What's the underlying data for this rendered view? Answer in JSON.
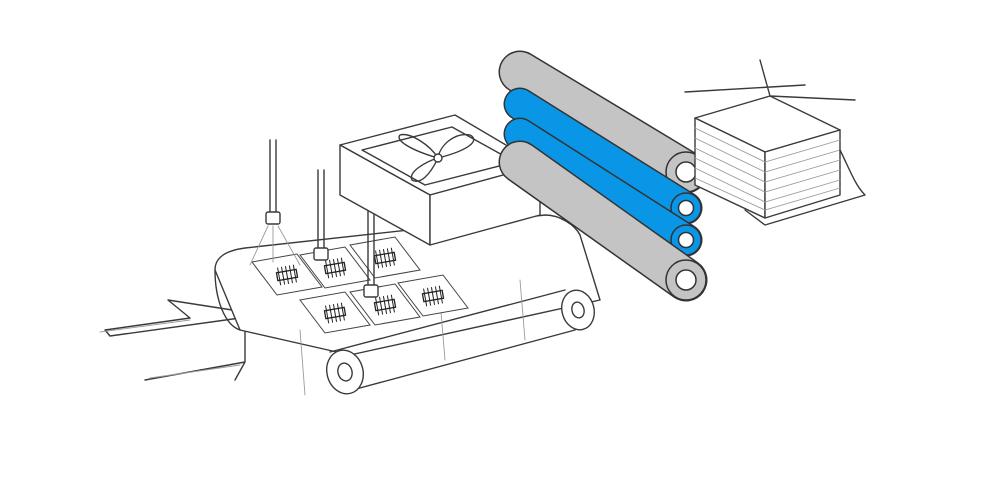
{
  "colors": {
    "background": "#ffffff",
    "line": "#3a3a3a",
    "roller_gray": "#c4c4c4",
    "roller_blue": "#0a96e6"
  },
  "components": [
    {
      "name": "input-arrow"
    },
    {
      "name": "conveyor-belt"
    },
    {
      "name": "printed-sheets-with-chip-symbols",
      "count": 6
    },
    {
      "name": "dispensing-nozzles",
      "count": 3
    },
    {
      "name": "fan-dryer-box"
    },
    {
      "name": "rollers",
      "count": 4,
      "colors": [
        "gray",
        "blue",
        "blue",
        "gray"
      ]
    },
    {
      "name": "paper-stack"
    }
  ]
}
